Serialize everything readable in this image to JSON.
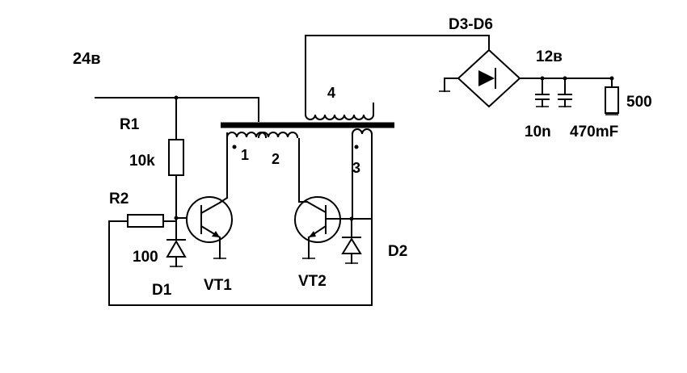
{
  "labels": {
    "v_in": "24в",
    "r1": "R1",
    "r1_val": "10k",
    "r2": "R2",
    "r2_val": "100",
    "d1": "D1",
    "vt1": "VT1",
    "vt2": "VT2",
    "d2": "D2",
    "w1": "1",
    "w2": "2",
    "w3": "3",
    "w4": "4",
    "bridge": "D3-D6",
    "v_out": "12в",
    "c1": "10n",
    "c2": "470mF",
    "r_load": "500"
  }
}
